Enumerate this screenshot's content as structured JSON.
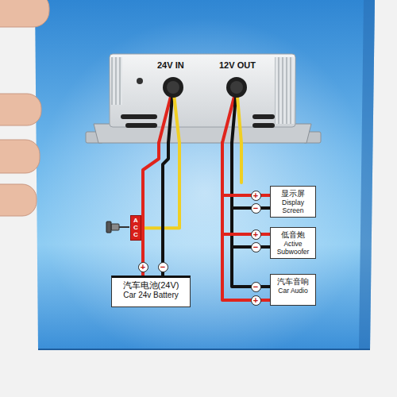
{
  "diagram": {
    "nodes": [
      {
        "text": [
          "24V IN",
          "12V OUT"
        ]
      },
      {
        "text": [
          "ACC"
        ]
      },
      {
        "text": [
          "汽车电池(24V)",
          "Car 24v Battery"
        ]
      },
      {
        "text": [
          "显示屏",
          "Display Screen"
        ]
      },
      {
        "text": [
          "低音炮",
          "Active Subwoofer"
        ]
      },
      {
        "text": [
          "汽车音响",
          "Car Audio"
        ]
      }
    ],
    "edges": [
      {
        "from": 0,
        "to": 1,
        "arrow": "none"
      },
      {
        "from": 0,
        "to": 2,
        "arrow": "none"
      },
      {
        "from": 0,
        "to": 2,
        "arrow": "none"
      },
      {
        "from": 0,
        "to": 3,
        "arrow": "none"
      },
      {
        "from": 0,
        "to": 4,
        "arrow": "none"
      },
      {
        "from": 0,
        "to": 5,
        "arrow": "none"
      }
    ],
    "labels": [
      "+",
      "−",
      "+",
      "−",
      "+",
      "−",
      "−",
      "+"
    ]
  }
}
